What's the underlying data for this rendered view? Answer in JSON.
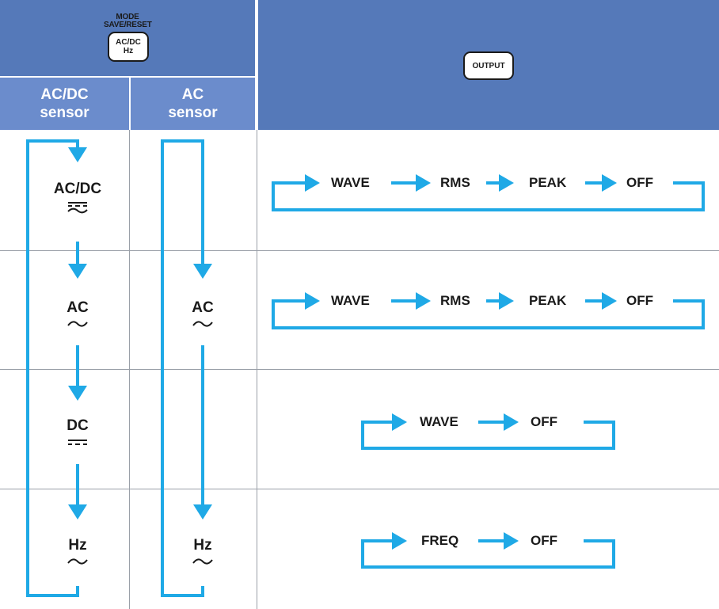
{
  "header": {
    "mode_button": {
      "label_line1": "MODE",
      "label_line2": "SAVE/RESET",
      "key_line1": "AC/DC",
      "key_line2": "Hz"
    },
    "output_button": {
      "label": "OUTPUT"
    },
    "columns": [
      {
        "line1": "AC/DC",
        "line2": "sensor"
      },
      {
        "line1": "AC",
        "line2": "sensor"
      }
    ]
  },
  "rows": [
    {
      "acdc_mode": "AC/DC",
      "ac_mode": "",
      "symbol": "ac-dc-symbol",
      "sequence": [
        "WAVE",
        "RMS",
        "PEAK",
        "OFF"
      ]
    },
    {
      "acdc_mode": "AC",
      "ac_mode": "AC",
      "symbol": "ac-symbol",
      "sequence": [
        "WAVE",
        "RMS",
        "PEAK",
        "OFF"
      ]
    },
    {
      "acdc_mode": "DC",
      "ac_mode": "",
      "symbol": "dc-symbol",
      "sequence": [
        "WAVE",
        "OFF"
      ]
    },
    {
      "acdc_mode": "Hz",
      "ac_mode": "Hz",
      "symbol": "ac-symbol",
      "sequence": [
        "FREQ",
        "OFF"
      ]
    }
  ],
  "colors": {
    "header_dark": "#5579b9",
    "header_mid": "#6b8ccc",
    "arrow": "#1fa9e6",
    "grid": "#9aa0a8"
  }
}
